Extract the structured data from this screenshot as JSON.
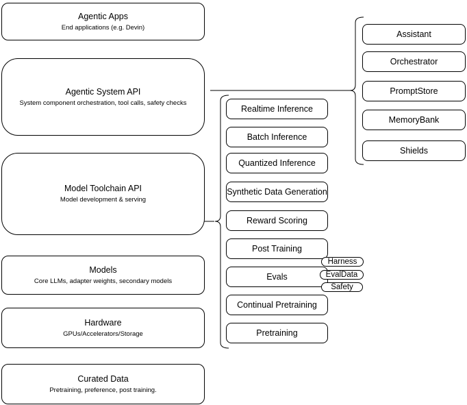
{
  "diagram": {
    "stack": [
      {
        "title": "Agentic Apps",
        "subtitle": "End applications (e.g. Devin)"
      },
      {
        "title": "Agentic System API",
        "subtitle": "System component orchestration, tool calls, safety checks"
      },
      {
        "title": "Model Toolchain API",
        "subtitle": "Model development & serving"
      },
      {
        "title": "Models",
        "subtitle": "Core LLMs, adapter weights, secondary models"
      },
      {
        "title": "Hardware",
        "subtitle": "GPUs/Accelerators/Storage"
      },
      {
        "title": "Curated Data",
        "subtitle": "Pretraining, preference, post training."
      }
    ],
    "toolchain_components": [
      "Realtime Inference",
      "Batch Inference",
      "Quantized Inference",
      "Synthetic Data Generation",
      "Reward Scoring",
      "Post Training",
      "Evals",
      "Continual Pretraining",
      "Pretraining"
    ],
    "eval_tags": [
      "Harness",
      "EvalData",
      "Safety"
    ],
    "system_components": [
      "Assistant",
      "Orchestrator",
      "PromptStore",
      "MemoryBank",
      "Shields"
    ],
    "colors": {
      "stroke": "#000000",
      "fill": "#ffffff",
      "background": "#ffffff"
    }
  }
}
